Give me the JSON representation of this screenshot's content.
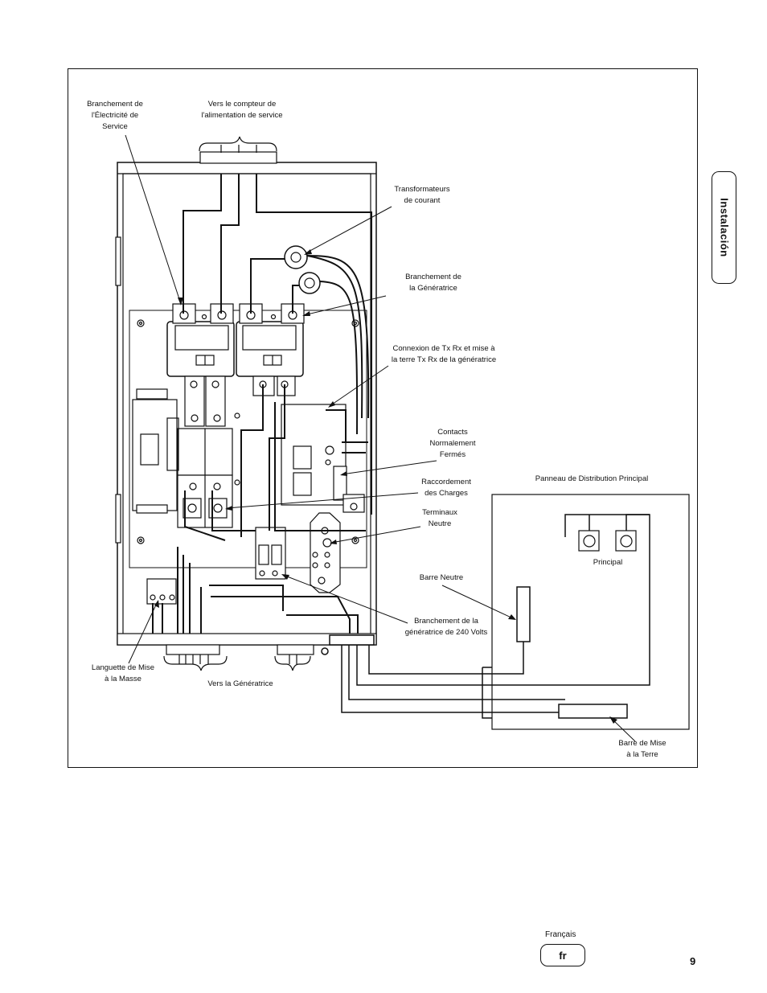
{
  "side_tab": {
    "label": "Instalación"
  },
  "labels": {
    "service_connection": "Branchement de\nl'Électricité de\nService",
    "utility_meter": "Vers le compteur de\nl'alimentation de service",
    "current_transformers": "Transformateurs\nde courant",
    "generator_connection": "Branchement de\nla Génératrice",
    "txrx_connection": "Connexion de Tx Rx et mise à\nla terre Tx Rx de la génératrice",
    "nc_contacts": "Contacts\nNormalement\nFermés",
    "load_connection": "Raccordement\ndes Charges",
    "neutral_terminals": "Terminaux\nNeutre",
    "distribution_panel": "Panneau de Distribution Principal",
    "main": "Principal",
    "neutral_bar": "Barre Neutre",
    "generator_240": "Branchement de la\ngénératrice de 240 Volts",
    "ground_lug": "Languette de Mise\nà la Masse",
    "to_generator": "Vers la Génératrice",
    "ground_bar": "Barre de Mise\nà la Terre"
  },
  "footer": {
    "language": "Français",
    "lang_code": "fr",
    "page_number": "9"
  }
}
